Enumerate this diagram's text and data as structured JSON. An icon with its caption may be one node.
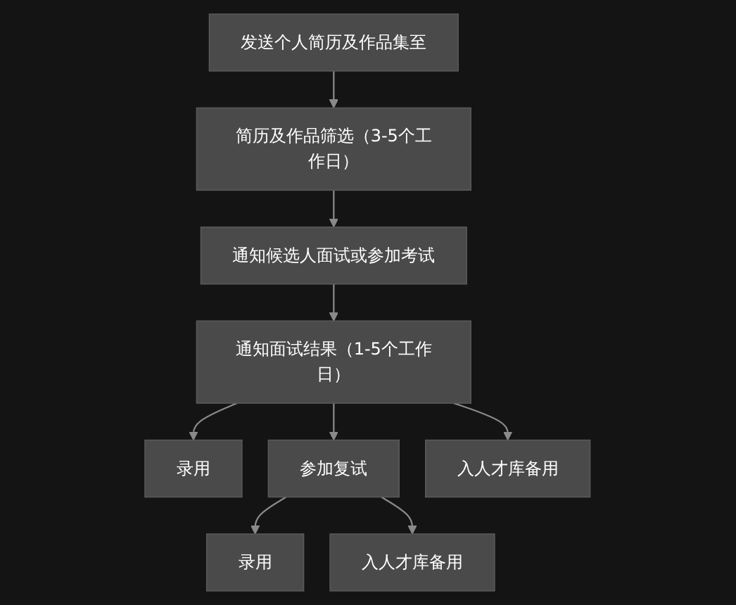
{
  "diagram": {
    "nodes": [
      {
        "text": [
          "发送个人简历及作品集至"
        ]
      },
      {
        "text": [
          "简历及作品筛选（3-5个工作日）"
        ]
      },
      {
        "text": [
          "通知候选人面试或参加考试"
        ]
      },
      {
        "text": [
          "通知面试结果（1-5个工作日）"
        ]
      },
      {
        "text": [
          "录用"
        ]
      },
      {
        "text": [
          "参加复试"
        ]
      },
      {
        "text": [
          "入人才库备用"
        ]
      },
      {
        "text": [
          "录用"
        ]
      },
      {
        "text": [
          "入人才库备用"
        ]
      }
    ],
    "edges": [
      {
        "from": 0,
        "to": 1,
        "arrow": "to"
      },
      {
        "from": 1,
        "to": 2,
        "arrow": "to"
      },
      {
        "from": 2,
        "to": 3,
        "arrow": "to"
      },
      {
        "from": 3,
        "to": 4,
        "arrow": "to"
      },
      {
        "from": 3,
        "to": 5,
        "arrow": "to"
      },
      {
        "from": 3,
        "to": 6,
        "arrow": "to"
      },
      {
        "from": 5,
        "to": 7,
        "arrow": "to"
      },
      {
        "from": 5,
        "to": 8,
        "arrow": "to"
      }
    ]
  }
}
